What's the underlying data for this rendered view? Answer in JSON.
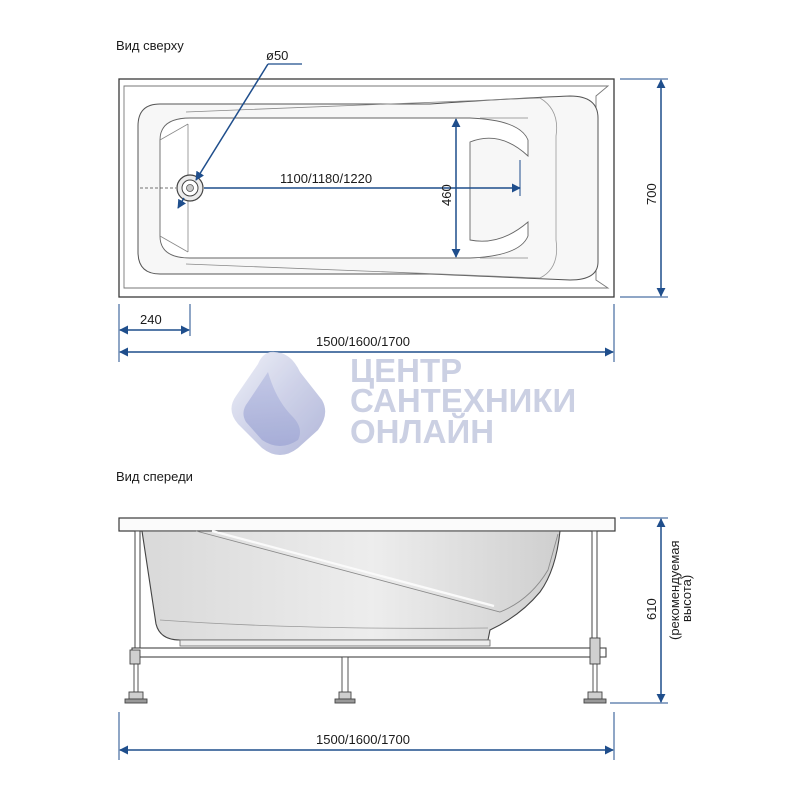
{
  "top_view": {
    "title": "Вид сверху",
    "drain_diameter": "ø50",
    "drain_distance": "1100/1180/1220",
    "inner_width": "460",
    "total_width": "700",
    "drain_offset": "240",
    "total_length": "1500/1600/1700"
  },
  "watermark": {
    "line1": "ЦЕНТР",
    "line2": "САНТЕХНИКИ",
    "line3": "ОНЛАЙН"
  },
  "front_view": {
    "title": "Вид спереди",
    "height": "610",
    "height_note_line1": "(рекомендуемая",
    "height_note_line2": "высота)",
    "total_length": "1500/1600/1700"
  },
  "colors": {
    "dimension": "#1f4e8c",
    "outline": "#3a3a3a",
    "watermark": "#c6cbe0"
  }
}
